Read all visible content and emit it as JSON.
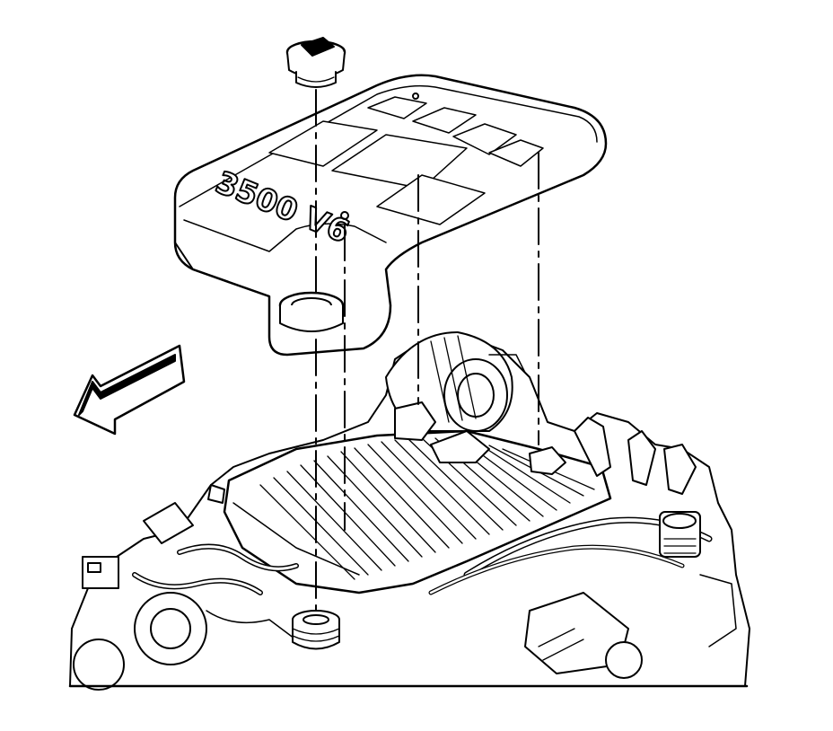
{
  "figure": {
    "cover_badge_text": "3500 V6",
    "colors": {
      "line": "#000000",
      "fill": "#ffffff",
      "background": "#ffffff"
    },
    "components": [
      "oil-fill-cap",
      "engine-cover",
      "direction-arrow",
      "intake-manifold",
      "alternator",
      "ignition-coils",
      "oil-fill-tube",
      "mounting-studs"
    ]
  }
}
